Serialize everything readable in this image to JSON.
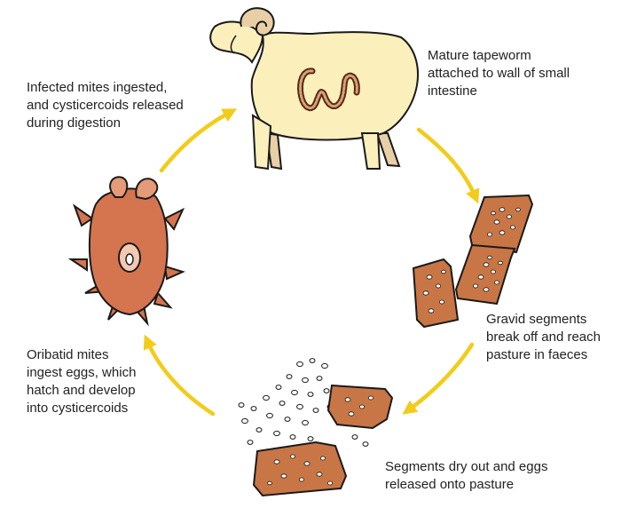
{
  "captions": {
    "mature_tapeworm": "Mature tapeworm\nattached to wall of small\nintestine",
    "gravid_segments": "Gravid segments\nbreak off and reach\npasture in faeces",
    "segments_dry": "Segments dry out and eggs\nreleased onto pasture",
    "oribatid_mites": "Oribatid mites\ningest eggs, which\nhatch and develop\ninto cysticercoids",
    "infected_mites": "Infected mites ingested,\nand cysticercoids released\nduring digestion"
  },
  "colors": {
    "arrow": "#f2cc1a",
    "sheep_body": "#fbf0bc",
    "sheep_shadow": "#e9cfa6",
    "segment": "#c87645",
    "mite": "#d5754f",
    "outline": "#1a1a1a"
  }
}
